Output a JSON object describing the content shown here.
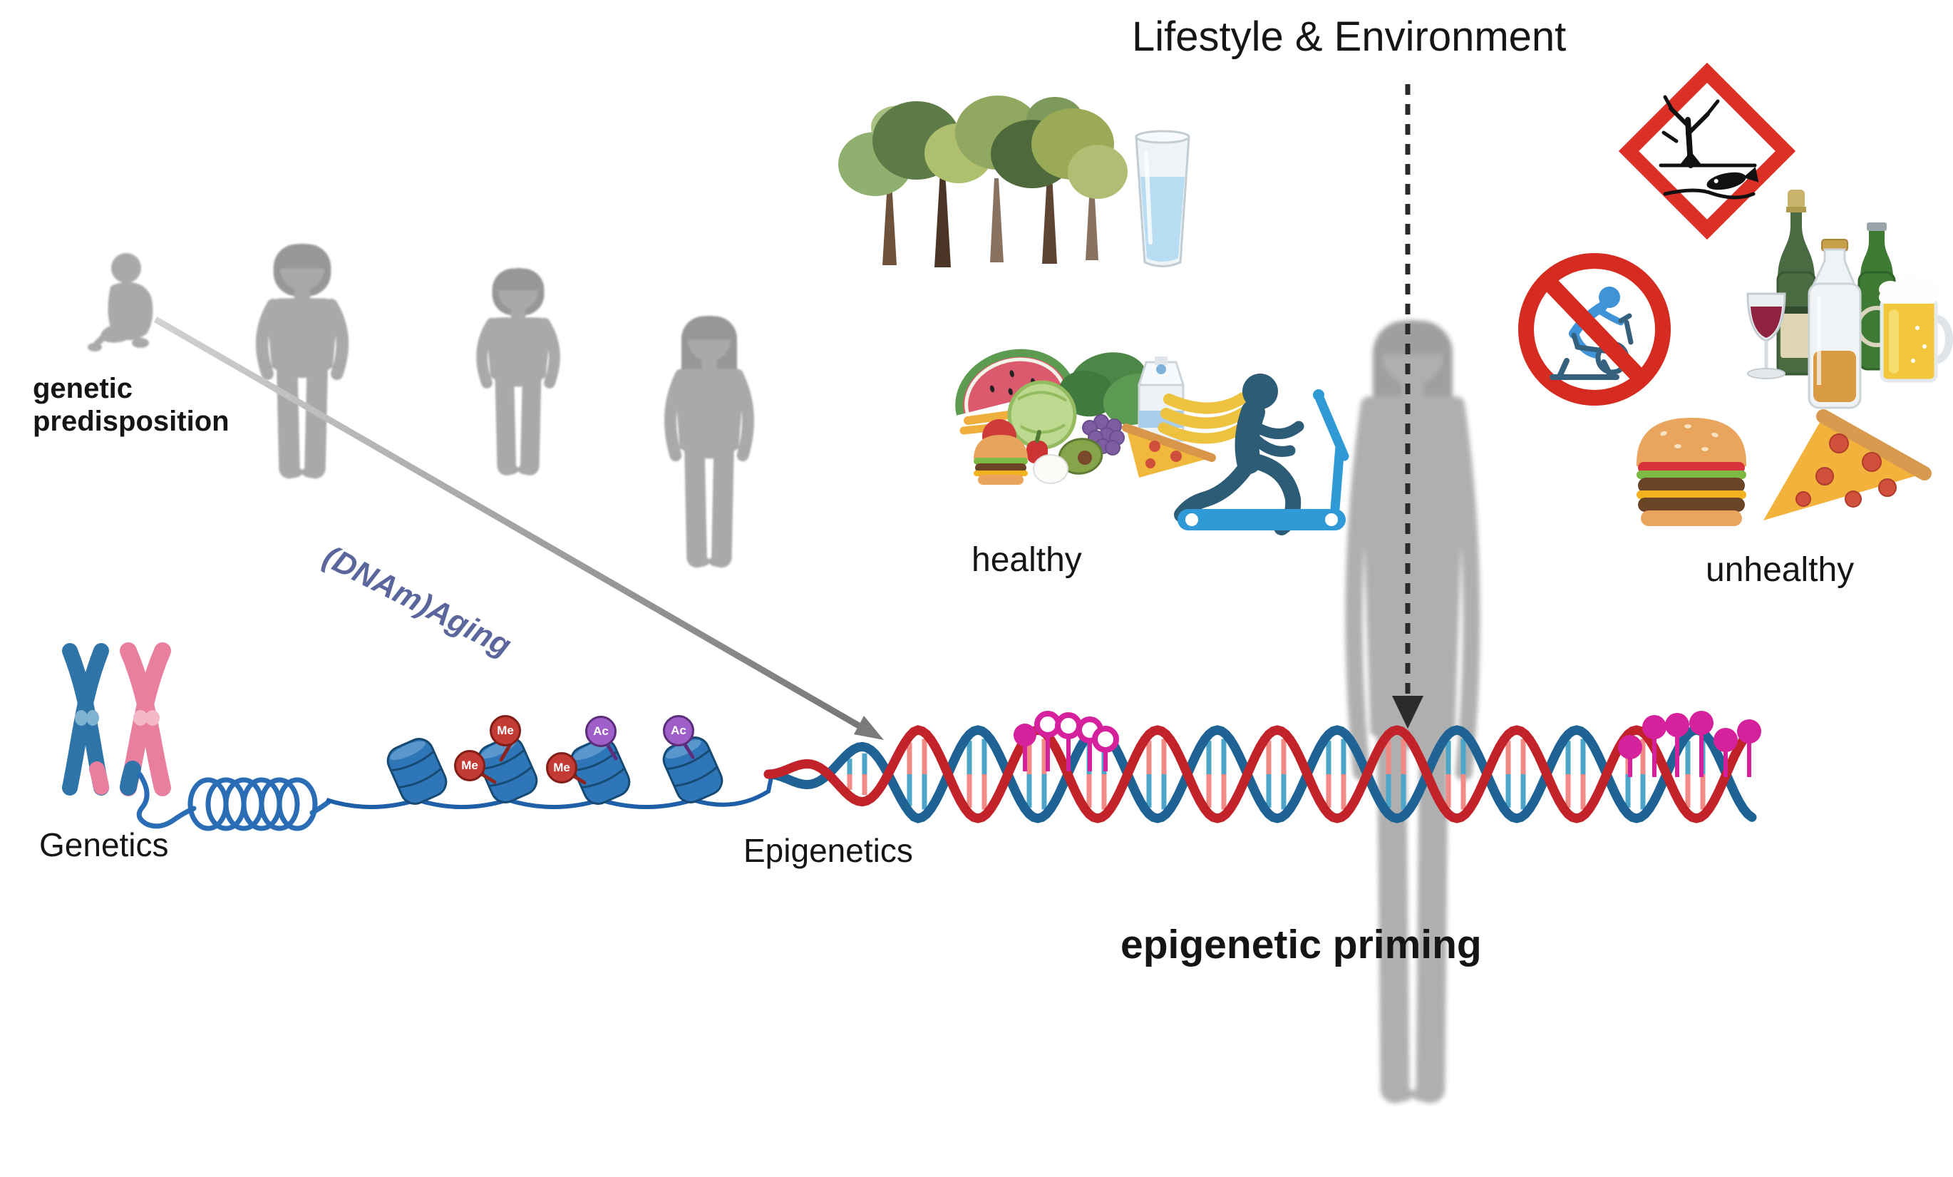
{
  "title": "Lifestyle & Environment",
  "labels": {
    "genetic_predisposition": "genetic predisposition",
    "dnam_aging": "(DNAm)Aging",
    "genetics": "Genetics",
    "epigenetics": "Epigenetics",
    "healthy": "healthy",
    "unhealthy": "unhealthy",
    "epigenetic_priming": "epigenetic priming"
  },
  "modifications": {
    "methyl_label": "Me",
    "acetyl_label": "Ac"
  },
  "colors": {
    "methyl_red": "#c23b34",
    "acetyl_purple": "#9e5fc9",
    "dna_methylation_pink": "#d6219c",
    "dna_strand_red": "#c2232b",
    "dna_strand_blue": "#1e6394",
    "chromosome_blue": "#2e74a8",
    "chromosome_pink": "#e87f9e",
    "nucleosome_blue": "#2f76b8",
    "silhouette_gray": "#a9a9a9",
    "aging_label_blue": "#5b679c",
    "prohibition_red": "#d52b20",
    "hazard_red": "#da3025",
    "treadmill_blue": "#2f9ad6"
  },
  "icons": {
    "healthy_side": [
      "forest-trees-icon",
      "water-glass-icon",
      "healthy-food-icon",
      "treadmill-runner-icon"
    ],
    "unhealthy_side": [
      "environmental-hazard-icon",
      "no-exercise-icon",
      "alcohol-drinks-icon",
      "burger-icon",
      "pizza-icon"
    ],
    "genetics_row": [
      "chromosomes-icon",
      "chromatin-coil-icon",
      "nucleosomes-icon",
      "dna-helix-icon",
      "methylation-lollipops-icon"
    ],
    "aging_figures": [
      "baby-silhouette",
      "toddler-silhouette",
      "child-silhouette",
      "teen-silhouette",
      "adult-silhouette"
    ]
  }
}
